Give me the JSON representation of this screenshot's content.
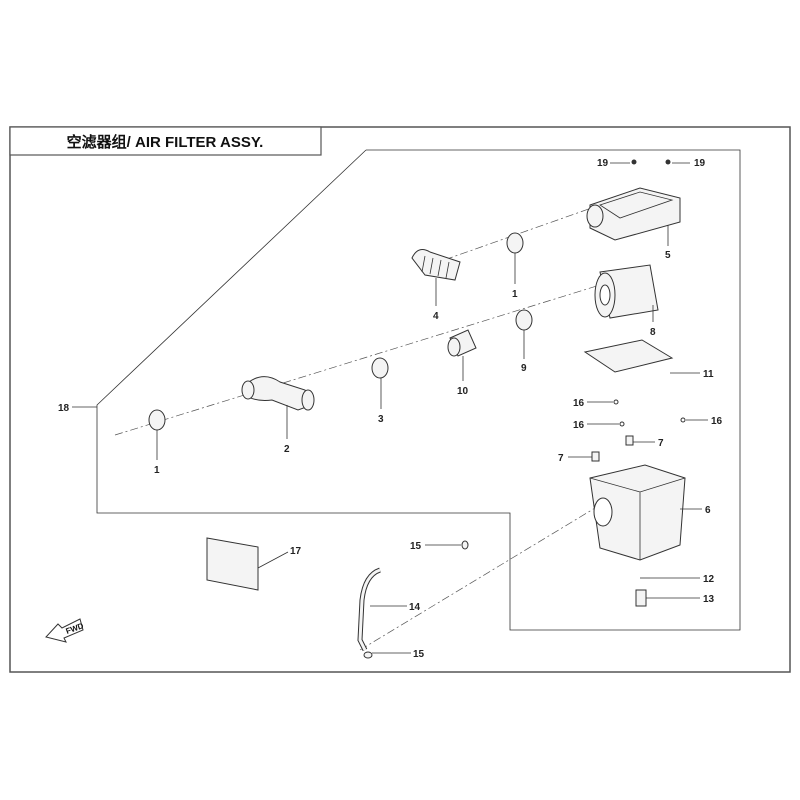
{
  "title": "空滤器组/ AIR FILTER ASSY.",
  "fwd_label": "FWD",
  "callouts": {
    "c19a": "19",
    "c19b": "19",
    "c5": "5",
    "c1a": "1",
    "c4": "4",
    "c8": "8",
    "c9": "9",
    "c10": "10",
    "c11": "11",
    "c3": "3",
    "c2": "2",
    "c1b": "1",
    "c18": "18",
    "c16a": "16",
    "c16b": "16",
    "c16c": "16",
    "c7a": "7",
    "c7b": "7",
    "c6": "6",
    "c17": "17",
    "c15a": "15",
    "c14": "14",
    "c15b": "15",
    "c12": "12",
    "c13": "13"
  }
}
